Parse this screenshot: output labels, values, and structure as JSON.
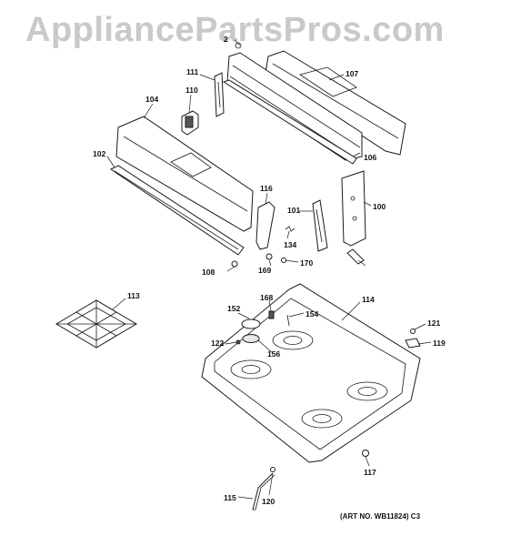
{
  "watermark": "AppliancePartsPros.com",
  "art_number": "(ART NO. WB11824) C3",
  "labels": {
    "p100": "100",
    "p101": "101",
    "p102": "102",
    "p104": "104",
    "p106": "106",
    "p107": "107",
    "p108": "108",
    "p110": "110",
    "p111": "111",
    "p113": "113",
    "p114": "114",
    "p115": "115",
    "p116": "116",
    "p117": "117",
    "p119": "119",
    "p120": "120",
    "p121": "121",
    "p122": "122",
    "p134": "134",
    "p152": "152",
    "p154": "154",
    "p156": "156",
    "p168": "168",
    "p169": "169",
    "p170": "170",
    "p2": "2"
  }
}
